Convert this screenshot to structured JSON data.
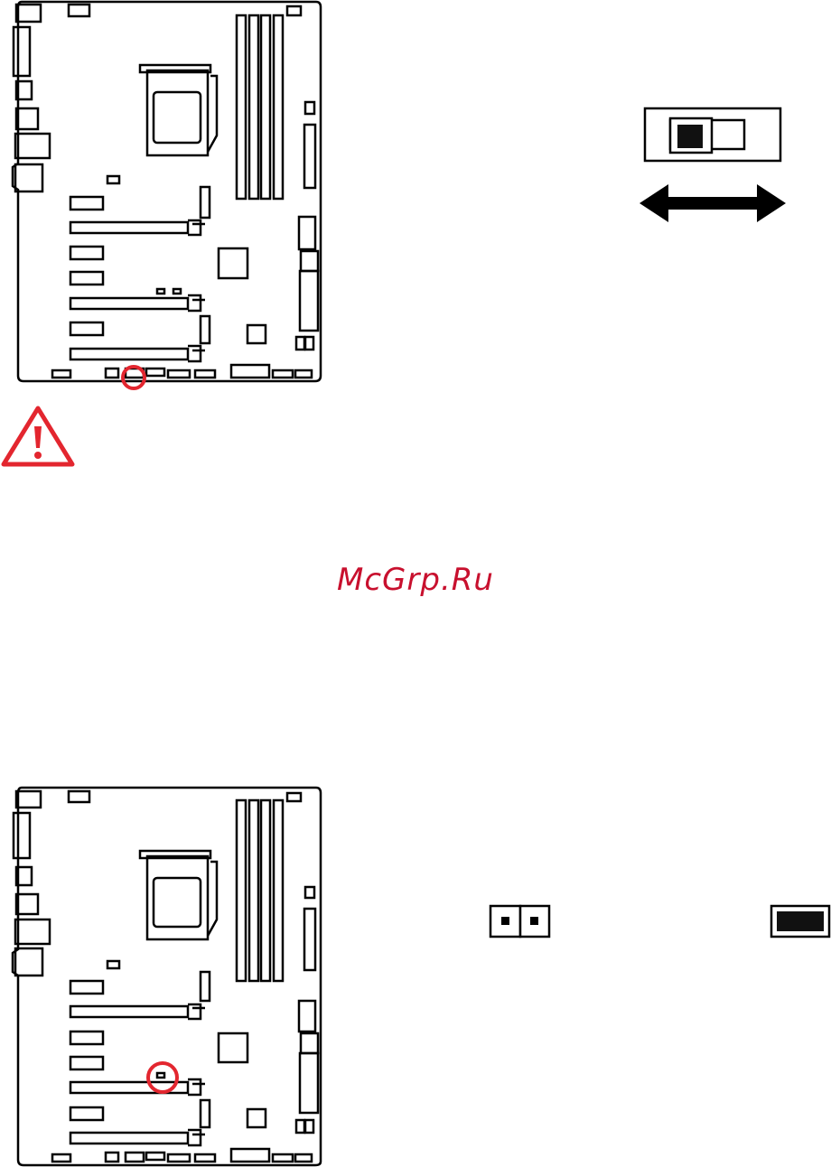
{
  "watermark": {
    "text": "McGrp.Ru"
  },
  "colors": {
    "line": "#000000",
    "highlight": "#e3262f",
    "warning": "#e3262f",
    "watermark": "#c8102e",
    "fill": "#ffffff"
  },
  "diagrams": [
    {
      "name": "motherboard-diagram-top",
      "highlight_component": "front-panel-header-bottom-edge"
    },
    {
      "name": "motherboard-diagram-bottom",
      "highlight_component": "jumper-between-pcie-slots"
    }
  ],
  "icons": {
    "warning": "warning-triangle-icon",
    "arrow": "double-arrow-icon",
    "switch": "slide-switch-icon",
    "jumper_open": "jumper-open-icon",
    "jumper_closed": "jumper-closed-icon"
  }
}
